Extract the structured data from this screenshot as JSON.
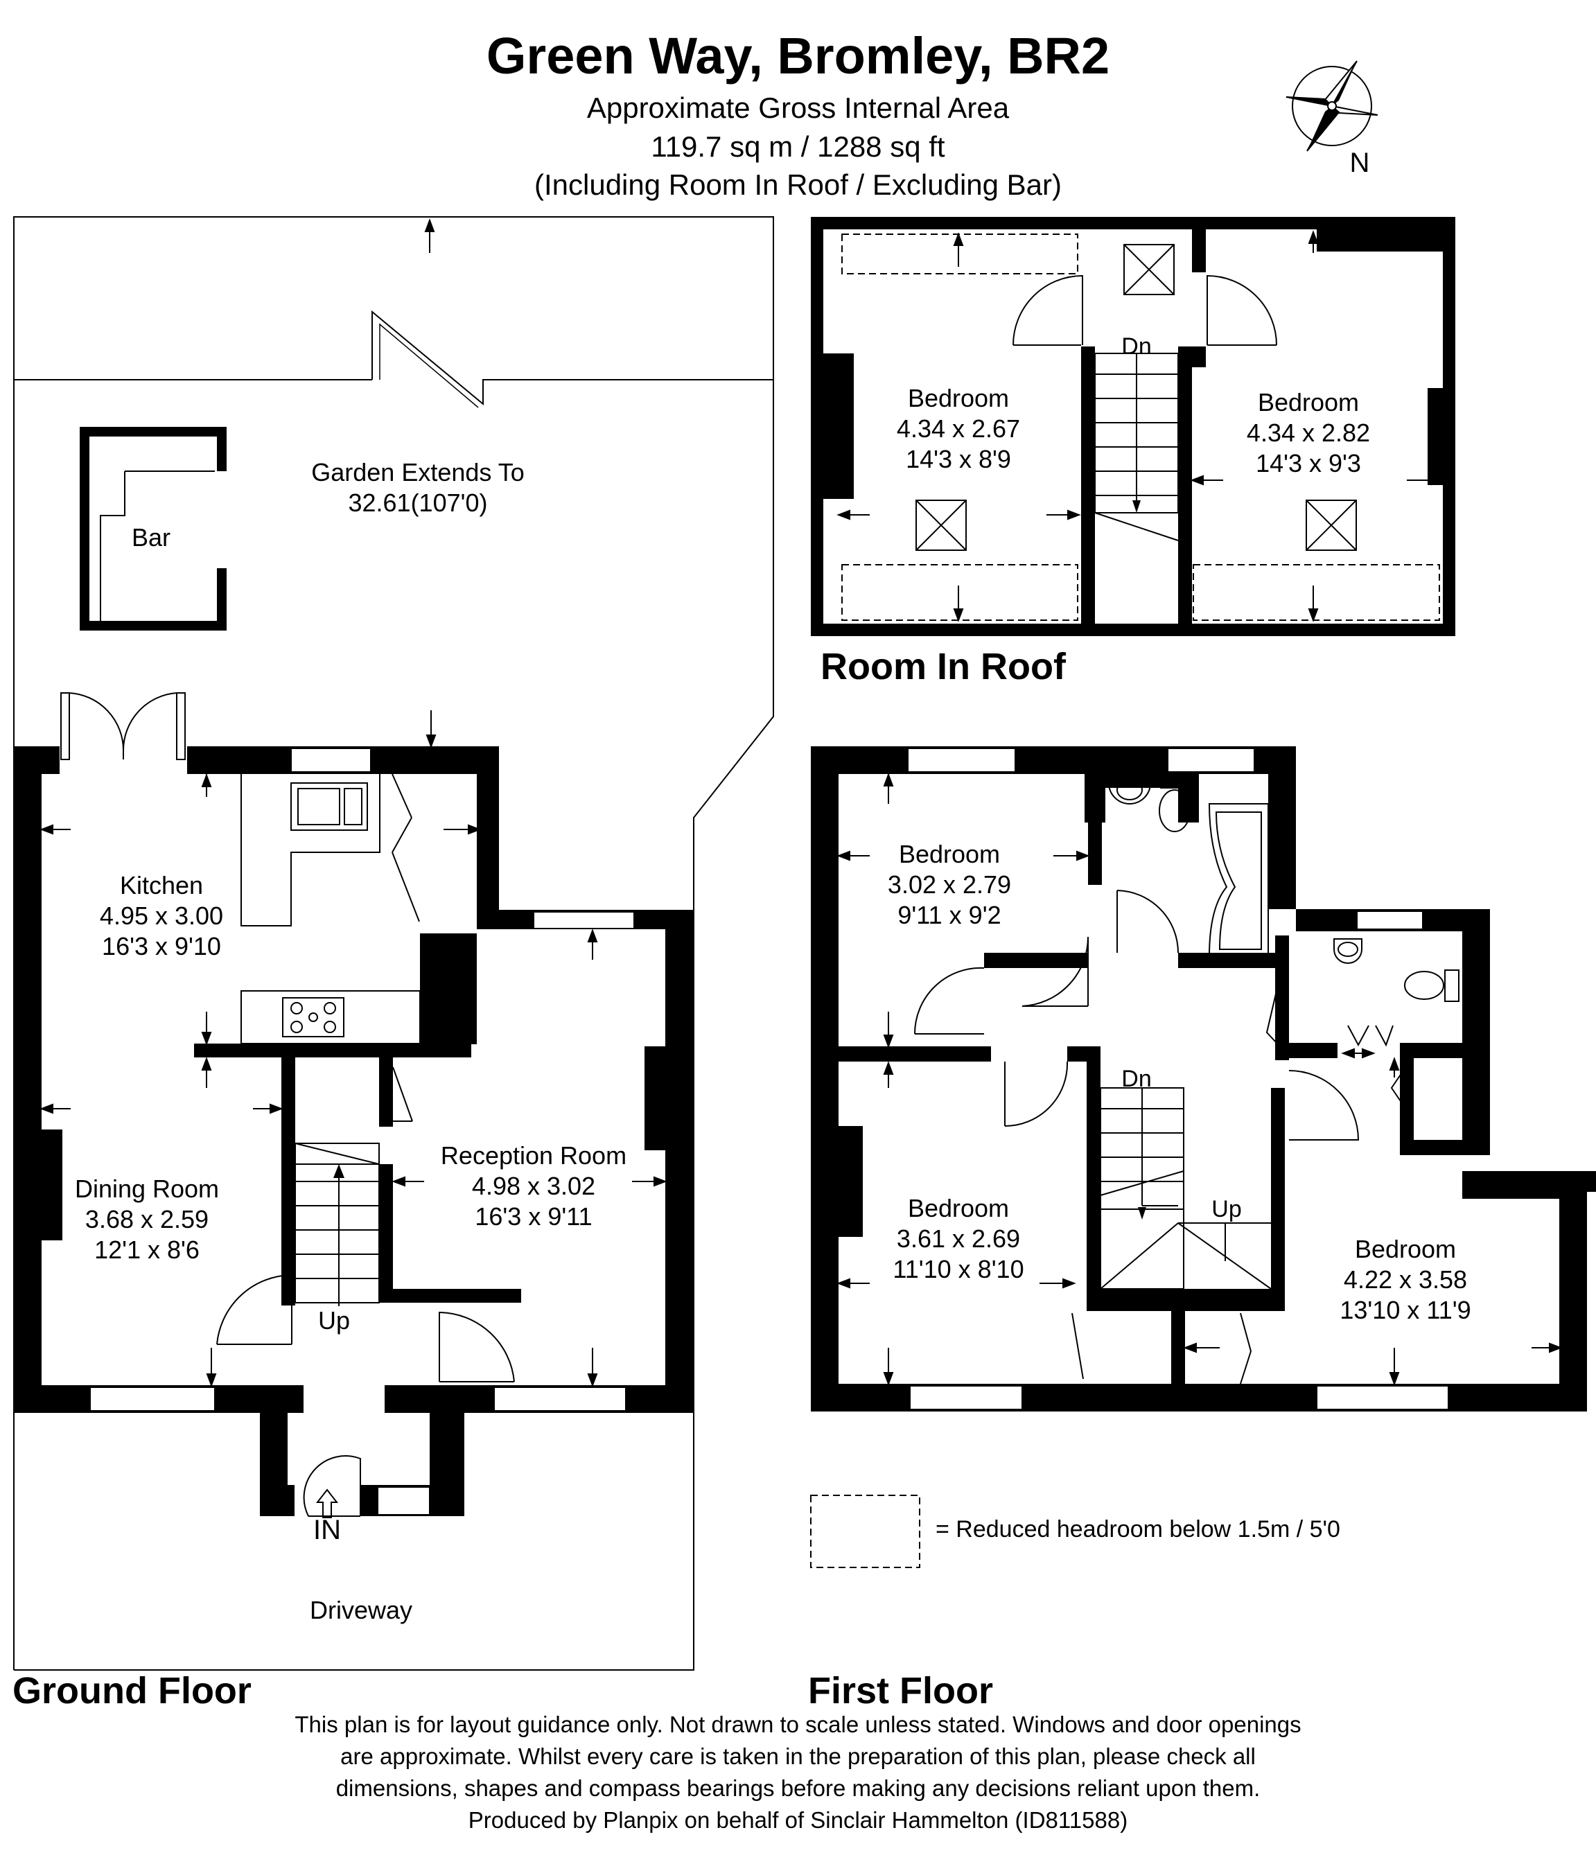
{
  "header": {
    "title": "Green Way, Bromley, BR2",
    "subtitle_1": "Approximate Gross Internal Area",
    "subtitle_2": "119.7 sq m / 1288 sq ft",
    "subtitle_3": "(Including Room In Roof / Excluding Bar)"
  },
  "compass": {
    "label": "N"
  },
  "ground_floor": {
    "label": "Ground Floor",
    "garden": {
      "name": "Garden Extends To",
      "dim": "32.61(107'0)"
    },
    "bar": "Bar",
    "kitchen": {
      "name": "Kitchen",
      "metric": "4.95 x 3.00",
      "imperial": "16'3 x 9'10"
    },
    "dining": {
      "name": "Dining Room",
      "metric": "3.68 x 2.59",
      "imperial": "12'1 x 8'6"
    },
    "reception": {
      "name": "Reception Room",
      "metric": "4.98 x 3.02",
      "imperial": "16'3 x 9'11"
    },
    "stairs": "Up",
    "entrance": "IN",
    "driveway": "Driveway"
  },
  "room_in_roof": {
    "label": "Room In Roof",
    "stairs": "Dn",
    "bedroom_left": {
      "name": "Bedroom",
      "metric": "4.34 x 2.67",
      "imperial": "14'3 x 8'9"
    },
    "bedroom_right": {
      "name": "Bedroom",
      "metric": "4.34 x 2.82",
      "imperial": "14'3 x 9'3"
    }
  },
  "first_floor": {
    "label": "First Floor",
    "stairs_down": "Dn",
    "stairs_up": "Up",
    "bedroom_top": {
      "name": "Bedroom",
      "metric": "3.02 x 2.79",
      "imperial": "9'11 x 9'2"
    },
    "bedroom_bottom_left": {
      "name": "Bedroom",
      "metric": "3.61 x 2.69",
      "imperial": "11'10 x 8'10"
    },
    "bedroom_right": {
      "name": "Bedroom",
      "metric": "4.22 x 3.58",
      "imperial": "13'10 x 11'9"
    }
  },
  "legend": {
    "text": "= Reduced headroom below 1.5m / 5'0"
  },
  "disclaimer": {
    "line1": "This plan is for layout guidance only. Not drawn to scale unless stated. Windows and door openings",
    "line2": "are approximate. Whilst every care is taken in the preparation of this plan, please check all",
    "line3": "dimensions, shapes and compass bearings before making any decisions reliant upon them.",
    "line4": "Produced by Planpix on behalf of Sinclair Hammelton (ID811588)"
  }
}
